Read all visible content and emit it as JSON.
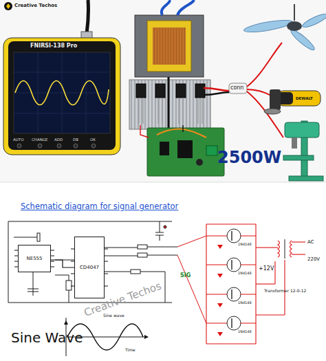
{
  "diagram": {
    "title": "Schematic diagram for signal generator",
    "nodes": [
      {
        "text": [
          "NE555"
        ]
      },
      {
        "text": [
          "CD4047"
        ]
      }
    ],
    "edges": [
      {
        "from": 0,
        "to": 1,
        "arrow": "none"
      }
    ],
    "labels": [
      "Creative Techos",
      "FNIRSI-138 Pro",
      "AUTO",
      "CHANGE",
      "ADD",
      "DB",
      "OK",
      "conn",
      "2500W",
      "DEWALT",
      "Sine Wave",
      "Sine wave",
      "Time",
      "SIG",
      "+12V",
      "Transformer 12-0-12",
      "AC",
      "220V",
      "Creative Techos",
      "1N4148",
      "1N4148",
      "1N4148",
      "1N4148"
    ]
  }
}
